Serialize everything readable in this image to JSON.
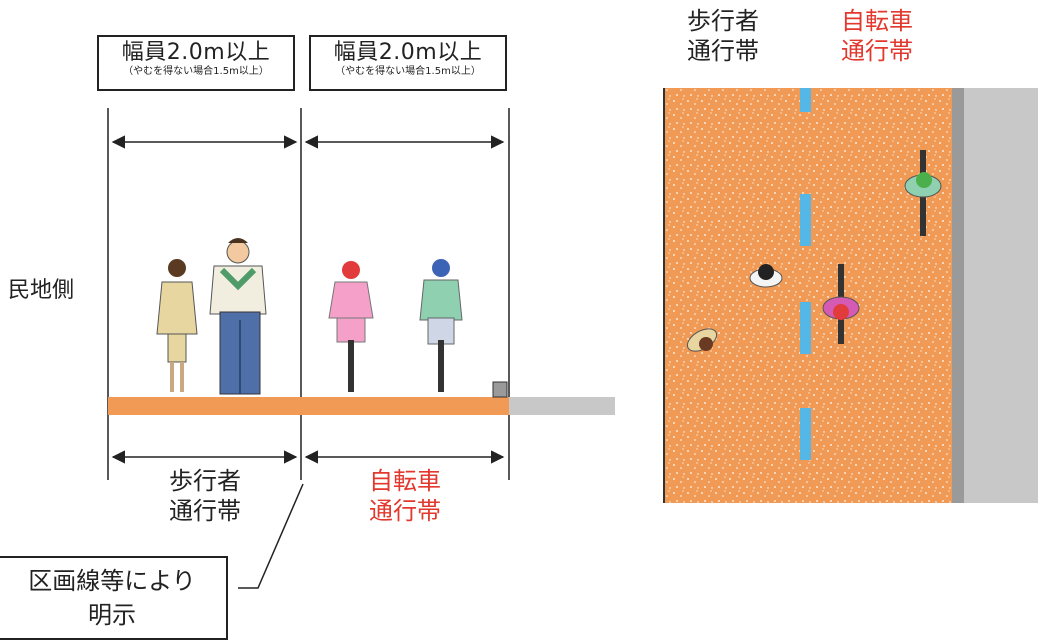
{
  "width_box_left": {
    "main": "幅員2.0m以上",
    "sub": "（やむを得ない場合1.5m以上）"
  },
  "width_box_right": {
    "main": "幅員2.0m以上",
    "sub": "（やむを得ない場合1.5m以上）"
  },
  "side_label": "民地側",
  "pedestrian_zone": {
    "line1": "歩行者",
    "line2": "通行帯"
  },
  "bicycle_zone": {
    "line1": "自転車",
    "line2": "通行帯"
  },
  "callout": {
    "line1": "区画線等により",
    "line2": "明示"
  },
  "top_view_labels": {
    "pedestrian": {
      "line1": "歩行者",
      "line2": "通行帯"
    },
    "bicycle": {
      "line1": "自転車",
      "line2": "通行帯"
    }
  },
  "colors": {
    "road": "#f09a55",
    "accent_red": "#e2382d",
    "lane_marking": "#55b7e6",
    "curb": "#c8c8c8"
  }
}
